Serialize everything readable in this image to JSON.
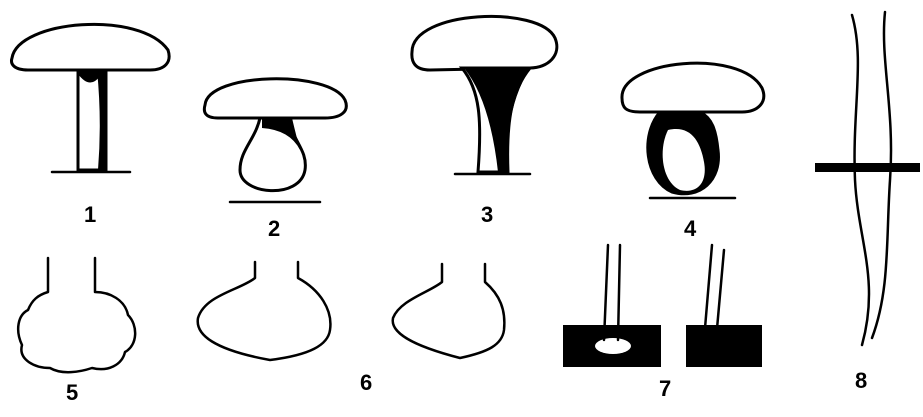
{
  "figure": {
    "labels": [
      "1",
      "2",
      "3",
      "4",
      "5",
      "6",
      "7",
      "8"
    ],
    "colors": {
      "ink": "#000000",
      "background": "#ffffff"
    }
  }
}
